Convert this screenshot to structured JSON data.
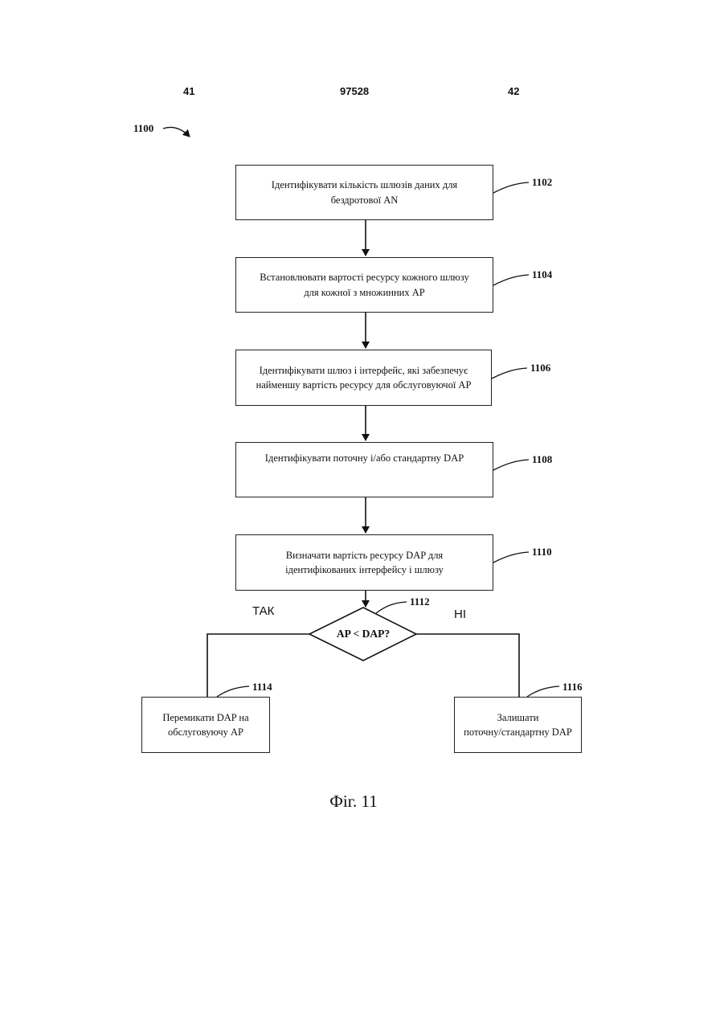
{
  "header": {
    "left_page": "41",
    "patent_number": "97528",
    "right_page": "42"
  },
  "figure": {
    "ref": "1100",
    "caption": "Фіг. 11"
  },
  "steps": [
    {
      "ref": "1102",
      "text": "Ідентифікувати кількість шлюзів даних для\nбездротової AN"
    },
    {
      "ref": "1104",
      "text": "Встановлювати вартості ресурсу кожного шлюзу\nдля кожної з множинних AP"
    },
    {
      "ref": "1106",
      "text": "Ідентифікувати шлюз і інтерфейс, які забезпечує\nнайменшу вартість ресурсу для обслуговуючої AP"
    },
    {
      "ref": "1108",
      "text": "Ідентифікувати поточну і/або стандартну DAP"
    },
    {
      "ref": "1110",
      "text": "Визначати вартість ресурсу DAP для\nідентифікованих інтерфейсу і шлюзу"
    }
  ],
  "decision": {
    "ref": "1112",
    "text": "AP < DAP?",
    "yes_label": "ТАК",
    "no_label": "НІ"
  },
  "outcomes": {
    "yes": {
      "ref": "1114",
      "text": "Перемикати DAP на\nобслуговуючу AP"
    },
    "no": {
      "ref": "1116",
      "text": "Залишати\nпоточну/стандартну DAP"
    }
  }
}
